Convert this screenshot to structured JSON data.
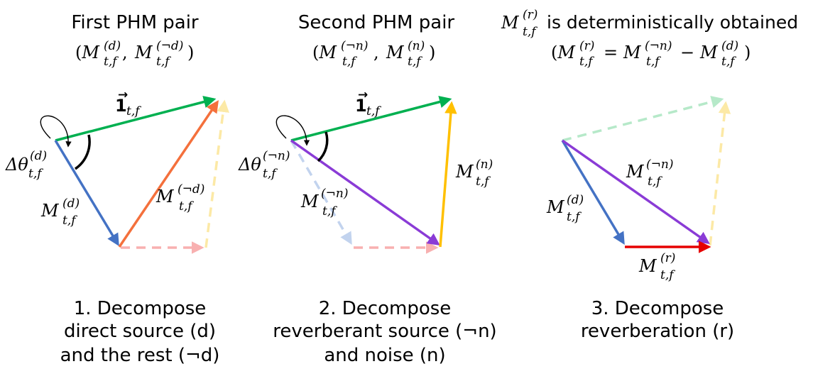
{
  "panel1": {
    "title": "First PHM pair",
    "pair": "(M",
    "caption": [
      "1. Decompose",
      "direct source (d)",
      "and the rest (¬d)"
    ]
  },
  "panel2": {
    "title": "Second PHM pair",
    "caption": [
      "2. Decompose",
      "reverberant source (¬n)",
      "and noise (n)"
    ]
  },
  "panel3": {
    "title": "is deterministically obtained",
    "caption": [
      "3. Decompose",
      "reverberation (r)"
    ]
  },
  "symbols": {
    "M": "M",
    "tf": "t,f",
    "one": "1",
    "delta_theta": "Δθ",
    "d": "(d)",
    "notd": "(¬d)",
    "n": "(n)",
    "notn": "(¬n)",
    "r": "(r)"
  },
  "colors": {
    "green": "#00b050",
    "blue": "#4472c4",
    "orange": "#f4703c",
    "yellow": "#ffc000",
    "purple": "#8a3bd6",
    "red": "#e60000"
  }
}
